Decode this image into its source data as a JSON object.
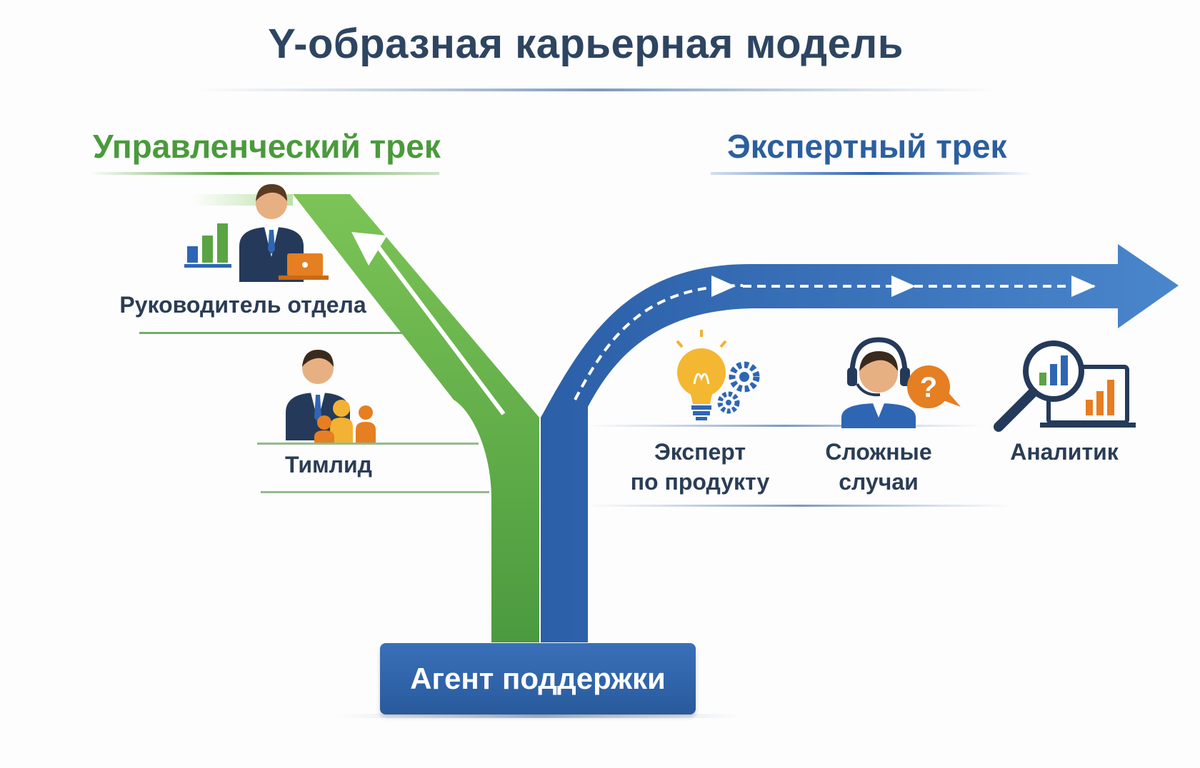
{
  "title": "Y-образная карьерная модель",
  "tracks": {
    "management": {
      "title": "Управленческий трек",
      "color": "#5aa444",
      "steps": [
        "Руководитель отдела",
        "Тимлид"
      ]
    },
    "expert": {
      "title": "Экспертный трек",
      "color": "#2f66b3",
      "steps": [
        {
          "line1": "Эксперт",
          "line2": "по продукту"
        },
        {
          "line1": "Сложные",
          "line2": "случаи"
        },
        {
          "line1": "Аналитик",
          "line2": ""
        }
      ]
    }
  },
  "start": "Агент поддержки",
  "icons": [
    "manager-at-laptop-icon",
    "team-lead-icon",
    "lightbulb-gears-icon",
    "support-headset-icon",
    "magnifier-analytics-icon"
  ]
}
